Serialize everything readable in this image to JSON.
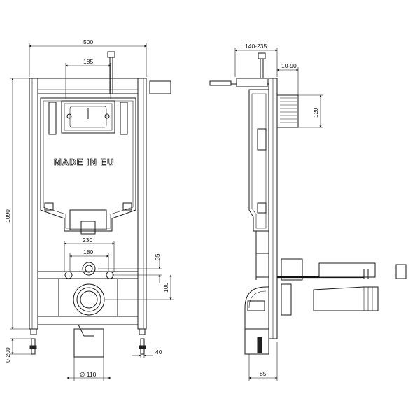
{
  "front_view": {
    "stamp": "MADE IN EU",
    "dims": {
      "width": "500",
      "button_width": "185",
      "height": "1090",
      "pipe_spacing": "230",
      "bolt_spacing": "180",
      "offset_35": "35",
      "offset_100": "100",
      "floor_range": "0-200",
      "foot_40": "40",
      "drain_diameter": "∅ 110"
    }
  },
  "side_view": {
    "dims": {
      "depth_range": "140-235",
      "panel_range": "10-90",
      "panel_height": "120",
      "depth_85": "85"
    }
  }
}
